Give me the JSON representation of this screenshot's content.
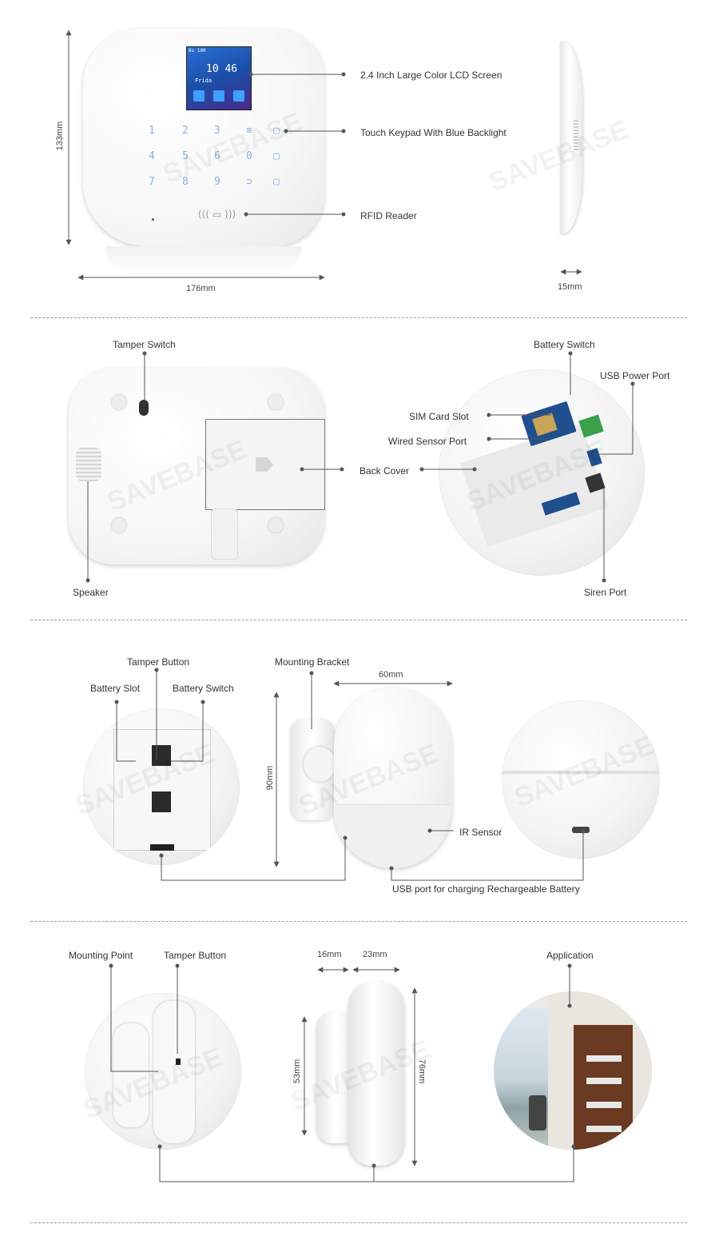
{
  "section1": {
    "callouts": {
      "lcd": "2.4 Inch Large Color LCD Screen",
      "keypad": "Touch Keypad With Blue Backlight",
      "rfid": "RFID Reader"
    },
    "dims": {
      "height": "133mm",
      "width": "176mm",
      "depth": "15mm"
    },
    "lcd": {
      "status": "8s 100",
      "time": "10 46",
      "day": "Frida"
    }
  },
  "section2": {
    "callouts": {
      "tamper_switch": "Tamper Switch",
      "speaker": "Speaker",
      "back_cover": "Back Cover",
      "battery_switch": "Battery Switch",
      "usb_power_port": "USB Power Port",
      "sim_card_slot": "SIM Card Slot",
      "wired_sensor_port": "Wired Sensor Port",
      "siren_port": "Siren Port"
    }
  },
  "section3": {
    "callouts": {
      "tamper_button": "Tamper Button",
      "battery_slot": "Battery Slot",
      "battery_switch": "Battery Switch",
      "mounting_bracket": "Mounting Bracket",
      "ir_sensor": "IR Sensor",
      "usb_port": "USB port for charging Rechargeable Battery"
    },
    "dims": {
      "width": "60mm",
      "height": "90mm"
    }
  },
  "section4": {
    "callouts": {
      "mounting_point": "Mounting Point",
      "tamper_button": "Tamper Button",
      "application": "Application"
    },
    "dims": {
      "w1": "16mm",
      "w2": "23mm",
      "h1": "53mm",
      "h2": "76mm"
    }
  },
  "watermark": {
    "brand": "SAVEBASE"
  },
  "colors": {
    "lcd_blue": "#1a4fa8",
    "key_blue": "#8fb0e6",
    "pcb_blue": "#1f4f8f",
    "door_brown": "#6a3a22"
  }
}
